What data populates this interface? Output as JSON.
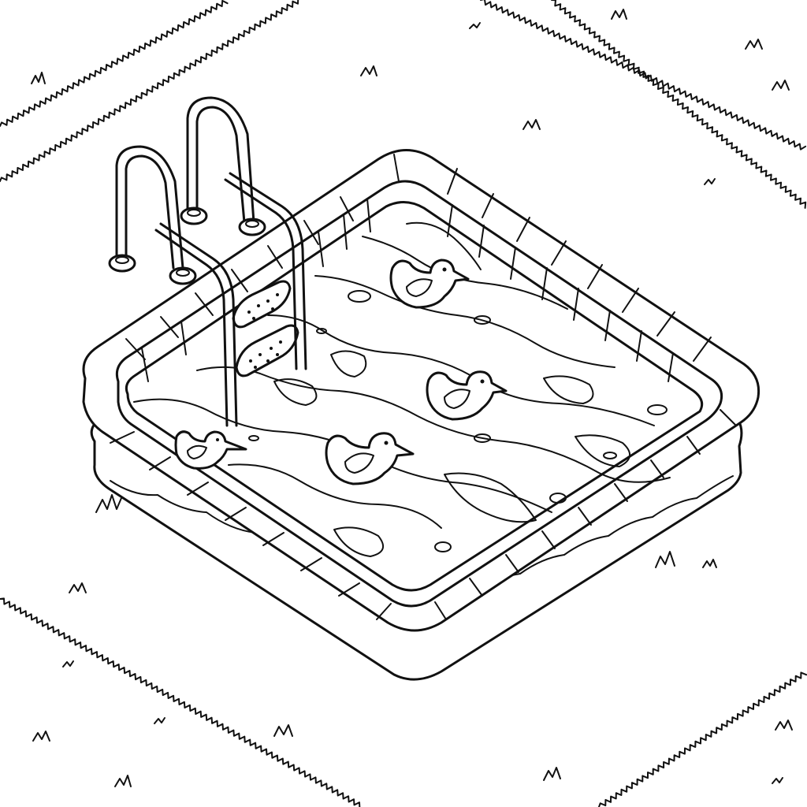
{
  "scene": {
    "subject": "inflatable-pool-coloring-page",
    "colors": {
      "ink": "#111111",
      "paper": "#ffffff"
    },
    "duck_count": 4,
    "ladder_rungs": 2,
    "icons": [
      "duck-icon",
      "grass-tuft-icon",
      "ladder-icon",
      "fence-icon"
    ]
  }
}
